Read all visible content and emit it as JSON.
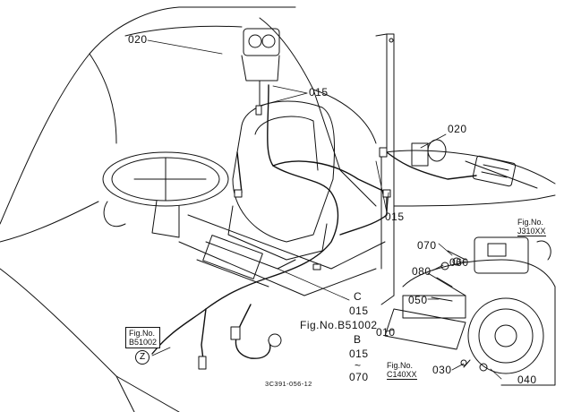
{
  "callouts": {
    "c020_top": "020",
    "c015_top": "015",
    "c020_right": "020",
    "c015_mid": "015",
    "c070": "070",
    "c080": "080",
    "c060": "060",
    "c050": "050",
    "c010": "010",
    "c030": "030",
    "c040": "040"
  },
  "refs": {
    "fig_j310": {
      "line1": "Fig.No.",
      "line2": "J310XX"
    },
    "fig_c140": {
      "line1": "Fig.No.",
      "line2": "C140XX"
    },
    "fig_b51002_box": {
      "line1": "Fig.No.",
      "line2": "B51002"
    },
    "fig_b51002_main": "Fig.No.B51002",
    "legend_c": "C",
    "legend_c_015": "015",
    "legend_b": "B",
    "legend_b_015": "015",
    "legend_tilde": "~",
    "legend_b_070": "070",
    "zoom_mark": "Z"
  },
  "drawing_code": "3C391-056-12",
  "colors": {
    "ink": "#111111",
    "paper": "#ffffff"
  }
}
